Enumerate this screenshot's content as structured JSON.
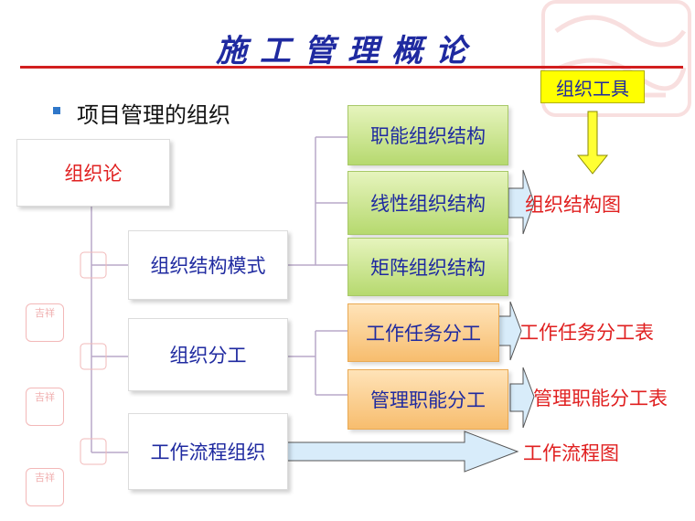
{
  "title": "施工管理概论",
  "bullet": "项目管理的组织",
  "root": "组织论",
  "categories": [
    "组织结构模式",
    "组织分工",
    "工作流程组织"
  ],
  "structures": [
    "职能组织结构",
    "线性组织结构",
    "矩阵组织结构"
  ],
  "divisions": [
    "工作任务分工",
    "管理职能分工"
  ],
  "tool_label": "组织工具",
  "outputs": {
    "structure_chart": "组织结构图",
    "task_table": "工作任务分工表",
    "function_table": "管理职能分工表",
    "flow_chart": "工作流程图"
  },
  "colors": {
    "title": "#1f2aa0",
    "rule": "#d21f1f",
    "output_text": "#e02020",
    "green_box": "#b6d96f",
    "orange_box": "#f7bd6e",
    "tool_box": "#ffff00"
  }
}
